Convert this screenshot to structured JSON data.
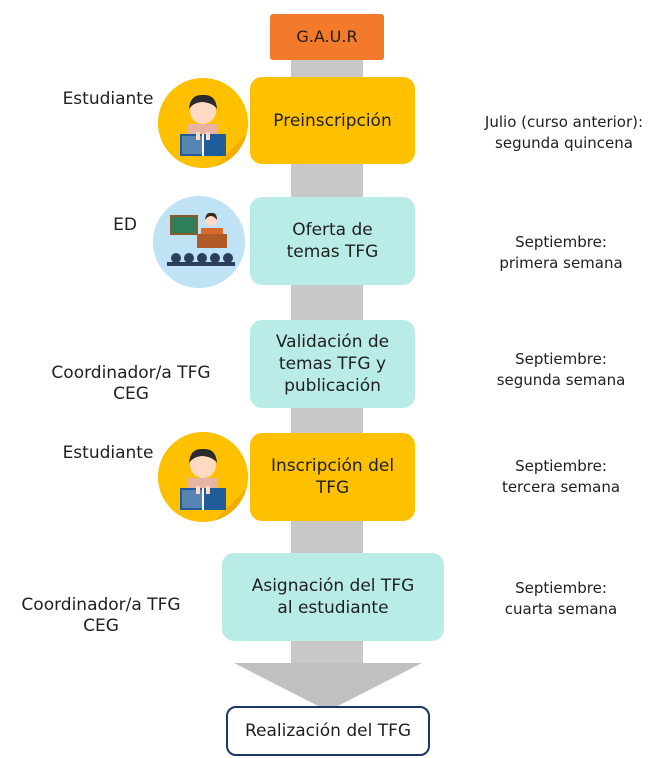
{
  "header_box": "G.A.U.R",
  "steps": [
    {
      "actor": "Estudiante",
      "actor_icon": "student-reading-icon",
      "label": "Preinscripción",
      "timing": "Julio (curso anterior):\nsegunda quincena",
      "color": "#ffc000"
    },
    {
      "actor": "ED",
      "actor_icon": "teacher-classroom-icon",
      "label": "Oferta de\ntemas TFG",
      "timing": "Septiembre:\nprimera semana",
      "color": "#b9ece6"
    },
    {
      "actor": "Coordinador/a TFG\nCEG",
      "actor_icon": "",
      "label": "Validación de\ntemas TFG y\npublicación",
      "timing": "Septiembre:\nsegunda semana",
      "color": "#b9ece6"
    },
    {
      "actor": "Estudiante",
      "actor_icon": "student-reading-icon",
      "label": "Inscripción del\nTFG",
      "timing": "Septiembre:\ntercera semana",
      "color": "#ffc000"
    },
    {
      "actor": "Coordinador/a TFG\nCEG",
      "actor_icon": "",
      "label": "Asignación del TFG\nal estudiante",
      "timing": "Septiembre:\ncuarta semana",
      "color": "#b9ece6"
    }
  ],
  "final_box": "Realización del TFG",
  "colors": {
    "header": "#f37a2b",
    "student_step": "#ffc000",
    "staff_step": "#b9ece6",
    "spine": "#c8c8c8",
    "final_border": "#1f3566"
  }
}
